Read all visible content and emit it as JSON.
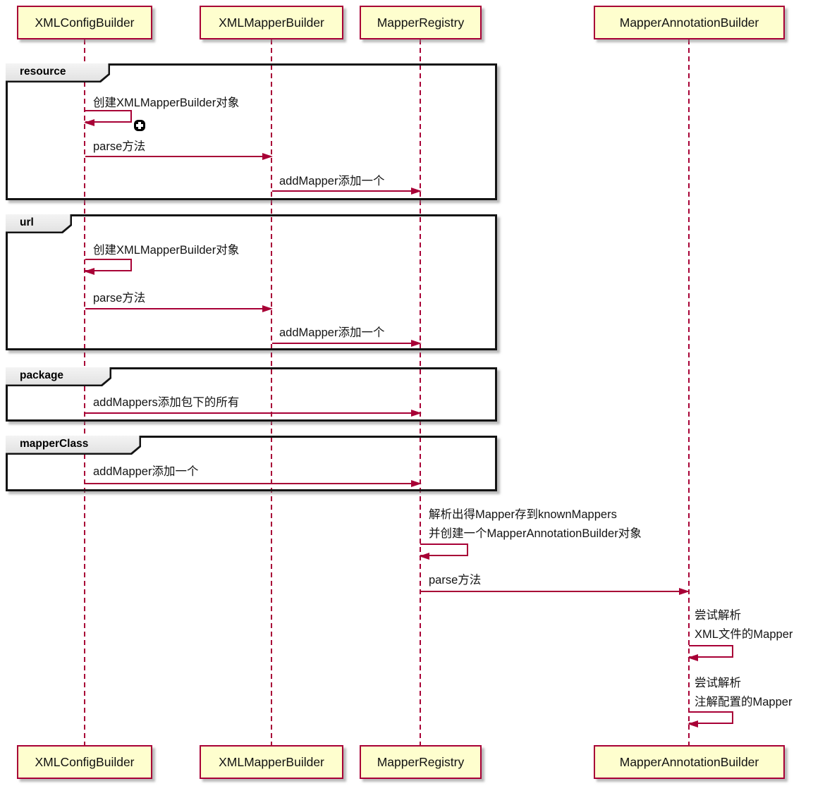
{
  "colors": {
    "accent": "#a80036",
    "participant_fill": "#fefece",
    "frame_border": "#141414",
    "frame_label_fill": "#ebebeb",
    "background": "#ffffff"
  },
  "participants": [
    {
      "name": "XMLConfigBuilder"
    },
    {
      "name": "XMLMapperBuilder"
    },
    {
      "name": "MapperRegistry"
    },
    {
      "name": "MapperAnnotationBuilder"
    }
  ],
  "frames": [
    {
      "label": "resource",
      "messages": [
        {
          "type": "self",
          "from": "XMLConfigBuilder",
          "to": "XMLConfigBuilder",
          "text": "创建XMLMapperBuilder对象"
        },
        {
          "type": "arrow",
          "from": "XMLConfigBuilder",
          "to": "XMLMapperBuilder",
          "text": "parse方法"
        },
        {
          "type": "arrow",
          "from": "XMLMapperBuilder",
          "to": "MapperRegistry",
          "text": "addMapper添加一个"
        }
      ]
    },
    {
      "label": "url",
      "messages": [
        {
          "type": "self",
          "from": "XMLConfigBuilder",
          "to": "XMLConfigBuilder",
          "text": "创建XMLMapperBuilder对象"
        },
        {
          "type": "arrow",
          "from": "XMLConfigBuilder",
          "to": "XMLMapperBuilder",
          "text": "parse方法"
        },
        {
          "type": "arrow",
          "from": "XMLMapperBuilder",
          "to": "MapperRegistry",
          "text": "addMapper添加一个"
        }
      ]
    },
    {
      "label": "package",
      "messages": [
        {
          "type": "arrow",
          "from": "XMLConfigBuilder",
          "to": "MapperRegistry",
          "text": "addMappers添加包下的所有"
        }
      ]
    },
    {
      "label": "mapperClass",
      "messages": [
        {
          "type": "arrow",
          "from": "XMLConfigBuilder",
          "to": "MapperRegistry",
          "text": "addMapper添加一个"
        }
      ]
    }
  ],
  "tail_messages": [
    {
      "type": "self",
      "on": "MapperRegistry",
      "line1": "解析出得Mapper存到knownMappers",
      "line2": "并创建一个MapperAnnotationBuilder对象"
    },
    {
      "type": "arrow",
      "from": "MapperRegistry",
      "to": "MapperAnnotationBuilder",
      "text": "parse方法"
    },
    {
      "type": "self",
      "on": "MapperAnnotationBuilder",
      "line1": "尝试解析",
      "line2": "XML文件的Mapper"
    },
    {
      "type": "self",
      "on": "MapperAnnotationBuilder",
      "line1": "尝试解析",
      "line2": "注解配置的Mapper"
    }
  ]
}
